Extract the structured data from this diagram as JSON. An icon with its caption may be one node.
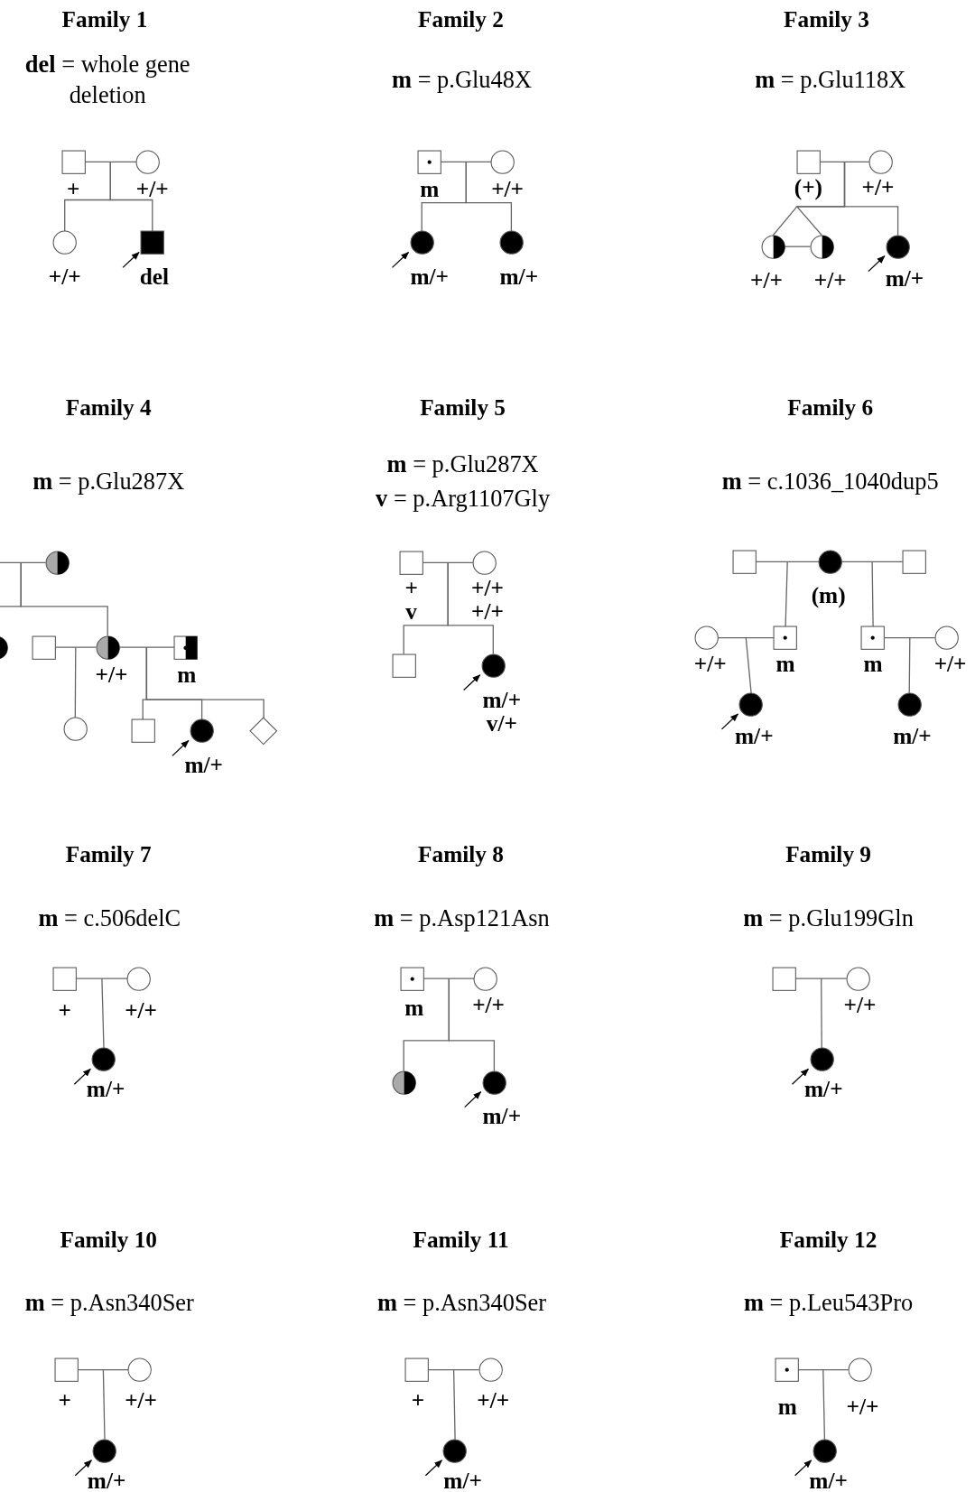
{
  "diagram": {
    "nodes": [
      {
        "text": [],
        "shape": "box",
        "beside": [
          "+"
        ]
      },
      {
        "text": [],
        "shape": "circle",
        "beside": [
          "+/+"
        ]
      },
      {
        "text": [],
        "shape": "circle",
        "beside": [
          "+/+"
        ]
      },
      {
        "text": [],
        "shape": "box",
        "beside": [
          "del"
        ]
      },
      {
        "text": [],
        "shape": "box",
        "beside": [
          "m"
        ]
      },
      {
        "text": [],
        "shape": "circle",
        "beside": [
          "+/+"
        ]
      },
      {
        "text": [],
        "shape": "circle",
        "beside": [
          "m/+"
        ]
      },
      {
        "text": [],
        "shape": "circle",
        "beside": [
          "m/+"
        ]
      },
      {
        "text": [],
        "shape": "box",
        "beside": [
          "(+)"
        ]
      },
      {
        "text": [],
        "shape": "circle",
        "beside": [
          "+/+"
        ]
      },
      {
        "text": [],
        "shape": "circle",
        "beside": [
          "+/+"
        ]
      },
      {
        "text": [],
        "shape": "circle",
        "beside": [
          "+/+"
        ]
      },
      {
        "text": [],
        "shape": "circle",
        "beside": [
          "m/+"
        ]
      },
      {
        "text": [],
        "shape": "circle"
      },
      {
        "text": [],
        "shape": "circle"
      },
      {
        "text": [],
        "shape": "box"
      },
      {
        "text": [],
        "shape": "circle",
        "beside": [
          "+/+"
        ]
      },
      {
        "text": [],
        "shape": "box",
        "beside": [
          "m"
        ]
      },
      {
        "text": [],
        "shape": "circle"
      },
      {
        "text": [],
        "shape": "box"
      },
      {
        "text": [],
        "shape": "circle",
        "beside": [
          "m/+"
        ]
      },
      {
        "text": [],
        "shape": "diamond"
      },
      {
        "text": [],
        "shape": "box",
        "beside": [
          "+ v"
        ]
      },
      {
        "text": [],
        "shape": "circle",
        "beside": [
          "+/+ +/+"
        ]
      },
      {
        "text": [],
        "shape": "box"
      },
      {
        "text": [],
        "shape": "circle",
        "beside": [
          "m/+ v/+"
        ]
      },
      {
        "text": [],
        "shape": "box"
      },
      {
        "text": [],
        "shape": "circle",
        "beside": [
          "(m)"
        ]
      },
      {
        "text": [],
        "shape": "box"
      },
      {
        "text": [],
        "shape": "circle",
        "beside": [
          "+/+"
        ]
      },
      {
        "text": [],
        "shape": "box",
        "beside": [
          "m"
        ]
      },
      {
        "text": [],
        "shape": "box",
        "beside": [
          "m"
        ]
      },
      {
        "text": [],
        "shape": "circle",
        "beside": [
          "+/+"
        ]
      },
      {
        "text": [],
        "shape": "circle",
        "beside": [
          "m/+"
        ]
      },
      {
        "text": [],
        "shape": "circle",
        "beside": [
          "m/+"
        ]
      },
      {
        "text": [],
        "shape": "box",
        "beside": [
          "+"
        ]
      },
      {
        "text": [],
        "shape": "circle",
        "beside": [
          "+/+"
        ]
      },
      {
        "text": [],
        "shape": "circle",
        "beside": [
          "m/+"
        ]
      },
      {
        "text": [],
        "shape": "box",
        "beside": [
          "m"
        ]
      },
      {
        "text": [],
        "shape": "circle",
        "beside": [
          "+/+"
        ]
      },
      {
        "text": [],
        "shape": "circle"
      },
      {
        "text": [],
        "shape": "circle",
        "beside": [
          "m/+"
        ]
      },
      {
        "text": [],
        "shape": "box"
      },
      {
        "text": [],
        "shape": "circle",
        "beside": [
          "+/+"
        ]
      },
      {
        "text": [],
        "shape": "circle",
        "beside": [
          "m/+"
        ]
      },
      {
        "text": [],
        "shape": "box",
        "beside": [
          "+"
        ]
      },
      {
        "text": [],
        "shape": "circle",
        "beside": [
          "+/+"
        ]
      },
      {
        "text": [],
        "shape": "circle",
        "beside": [
          "m/+"
        ]
      },
      {
        "text": [],
        "shape": "box",
        "beside": [
          "+"
        ]
      },
      {
        "text": [],
        "shape": "circle",
        "beside": [
          "+/+"
        ]
      },
      {
        "text": [],
        "shape": "circle",
        "beside": [
          "m/+"
        ]
      },
      {
        "text": [],
        "shape": "box",
        "beside": [
          "m"
        ]
      },
      {
        "text": [],
        "shape": "circle",
        "beside": [
          "+/+"
        ]
      },
      {
        "text": [],
        "shape": "circle",
        "beside": [
          "m/+"
        ]
      }
    ],
    "edges": [
      {
        "from": 0,
        "to": 1,
        "arrow": "none"
      },
      {
        "from": 0,
        "to": 2,
        "arrow": "none"
      },
      {
        "from": 1,
        "to": 2,
        "arrow": "none"
      },
      {
        "from": 0,
        "to": 3,
        "arrow": "none"
      },
      {
        "from": 1,
        "to": 3,
        "arrow": "none"
      },
      {
        "from": null,
        "to": 3,
        "arrow": "to",
        "color": "#000000"
      },
      {
        "from": 4,
        "to": 5,
        "arrow": "none"
      },
      {
        "from": 4,
        "to": 6,
        "arrow": "none"
      },
      {
        "from": 5,
        "to": 6,
        "arrow": "none"
      },
      {
        "from": 4,
        "to": 7,
        "arrow": "none"
      },
      {
        "from": 5,
        "to": 7,
        "arrow": "none"
      },
      {
        "from": null,
        "to": 6,
        "arrow": "to",
        "color": "#000000"
      },
      {
        "from": 8,
        "to": 9,
        "arrow": "none"
      },
      {
        "from": 8,
        "to": 10,
        "arrow": "none"
      },
      {
        "from": 9,
        "to": 10,
        "arrow": "none"
      },
      {
        "from": 8,
        "to": 11,
        "arrow": "none"
      },
      {
        "from": 9,
        "to": 11,
        "arrow": "none"
      },
      {
        "from": 8,
        "to": 12,
        "arrow": "none"
      },
      {
        "from": 9,
        "to": 12,
        "arrow": "none"
      },
      {
        "from": 10,
        "to": 11,
        "arrow": "none"
      },
      {
        "from": null,
        "to": 12,
        "arrow": "to",
        "color": "#000000"
      },
      {
        "from": null,
        "to": 13,
        "arrow": "none"
      },
      {
        "from": 13,
        "to": 14,
        "arrow": "none"
      },
      {
        "from": 13,
        "to": 16,
        "arrow": "none"
      },
      {
        "from": 15,
        "to": 16,
        "arrow": "none"
      },
      {
        "from": 15,
        "to": 18,
        "arrow": "none"
      },
      {
        "from": 16,
        "to": 18,
        "arrow": "none"
      },
      {
        "from": 16,
        "to": 17,
        "arrow": "none"
      },
      {
        "from": 16,
        "to": 19,
        "arrow": "none"
      },
      {
        "from": 17,
        "to": 19,
        "arrow": "none"
      },
      {
        "from": 16,
        "to": 20,
        "arrow": "none"
      },
      {
        "from": 17,
        "to": 20,
        "arrow": "none"
      },
      {
        "from": 16,
        "to": 21,
        "arrow": "none"
      },
      {
        "from": 17,
        "to": 21,
        "arrow": "none"
      },
      {
        "from": null,
        "to": 20,
        "arrow": "to",
        "color": "#000000"
      },
      {
        "from": 22,
        "to": 23,
        "arrow": "none"
      },
      {
        "from": 22,
        "to": 24,
        "arrow": "none"
      },
      {
        "from": 23,
        "to": 24,
        "arrow": "none"
      },
      {
        "from": 22,
        "to": 25,
        "arrow": "none"
      },
      {
        "from": 23,
        "to": 25,
        "arrow": "none"
      },
      {
        "from": null,
        "to": 25,
        "arrow": "to",
        "color": "#000000"
      },
      {
        "from": 26,
        "to": 27,
        "arrow": "none"
      },
      {
        "from": 27,
        "to": 28,
        "arrow": "none"
      },
      {
        "from": 26,
        "to": 30,
        "arrow": "none"
      },
      {
        "from": 27,
        "to": 30,
        "arrow": "none"
      },
      {
        "from": 27,
        "to": 31,
        "arrow": "none"
      },
      {
        "from": 28,
        "to": 31,
        "arrow": "none"
      },
      {
        "from": 29,
        "to": 30,
        "arrow": "none"
      },
      {
        "from": 31,
        "to": 32,
        "arrow": "none"
      },
      {
        "from": 29,
        "to": 33,
        "arrow": "none"
      },
      {
        "from": 30,
        "to": 33,
        "arrow": "none"
      },
      {
        "from": 31,
        "to": 34,
        "arrow": "none"
      },
      {
        "from": 32,
        "to": 34,
        "arrow": "none"
      },
      {
        "from": null,
        "to": 33,
        "arrow": "to",
        "color": "#000000"
      },
      {
        "from": 35,
        "to": 36,
        "arrow": "none"
      },
      {
        "from": 35,
        "to": 37,
        "arrow": "none"
      },
      {
        "from": 36,
        "to": 37,
        "arrow": "none"
      },
      {
        "from": null,
        "to": 37,
        "arrow": "to",
        "color": "#000000"
      },
      {
        "from": 38,
        "to": 39,
        "arrow": "none"
      },
      {
        "from": 38,
        "to": 40,
        "arrow": "none"
      },
      {
        "from": 39,
        "to": 40,
        "arrow": "none"
      },
      {
        "from": 38,
        "to": 41,
        "arrow": "none"
      },
      {
        "from": 39,
        "to": 41,
        "arrow": "none"
      },
      {
        "from": null,
        "to": 41,
        "arrow": "to",
        "color": "#000000"
      },
      {
        "from": 42,
        "to": 43,
        "arrow": "none"
      },
      {
        "from": 42,
        "to": 44,
        "arrow": "none"
      },
      {
        "from": 43,
        "to": 44,
        "arrow": "none"
      },
      {
        "from": null,
        "to": 44,
        "arrow": "to",
        "color": "#000000"
      },
      {
        "from": 45,
        "to": 46,
        "arrow": "none"
      },
      {
        "from": 45,
        "to": 47,
        "arrow": "none"
      },
      {
        "from": 46,
        "to": 47,
        "arrow": "none"
      },
      {
        "from": null,
        "to": 47,
        "arrow": "to",
        "color": "#000000"
      },
      {
        "from": 48,
        "to": 49,
        "arrow": "none"
      },
      {
        "from": 48,
        "to": 50,
        "arrow": "none"
      },
      {
        "from": 49,
        "to": 50,
        "arrow": "none"
      },
      {
        "from": null,
        "to": 50,
        "arrow": "to",
        "color": "#000000"
      },
      {
        "from": 51,
        "to": 52,
        "arrow": "none"
      },
      {
        "from": 51,
        "to": 53,
        "arrow": "none"
      },
      {
        "from": 52,
        "to": 53,
        "arrow": "none"
      },
      {
        "from": null,
        "to": 53,
        "arrow": "to",
        "color": "#000000"
      }
    ],
    "labels": [
      "Family 1",
      "Family 2",
      "Family 3",
      "**del** = whole gene deletion",
      "**m** = p.Glu48X",
      "**m** = p.Glu118X",
      "Family 4",
      "Family 5",
      "Family 6",
      "**m** = p.Glu287X",
      "**m** = p.Glu287X",
      "**v** = p.Arg1107Gly",
      "**m** = c.1036_1040dup5",
      "Family 7",
      "Family 8",
      "Family 9",
      "**m** = c.506delC",
      "**m** = p.Asp121Asn",
      "**m** = p.Glu199Gln",
      "Family 10",
      "Family 11",
      "Family 12",
      "**m** = p.Asn340Ser",
      "**m** = p.Asn340Ser",
      "**m** = p.Leu543Pro"
    ]
  }
}
